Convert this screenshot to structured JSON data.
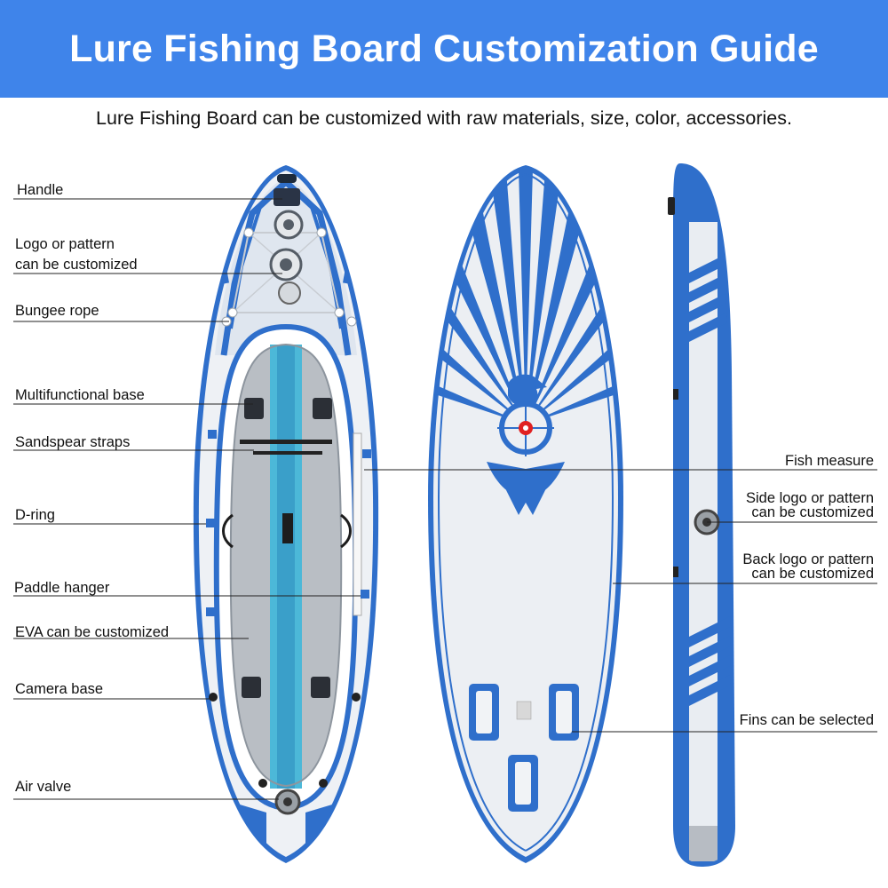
{
  "header": {
    "title": "Lure Fishing Board Customization Guide",
    "subtitle": "Lure Fishing Board can be customized with raw materials, size, color, accessories."
  },
  "colors": {
    "banner": "#3f84ea",
    "board_blue": "#2f6fcb",
    "board_white": "#eef1f5",
    "deck_teal": "#4cb8d8",
    "deck_gray": "#b9bec4"
  },
  "labels_left": [
    {
      "id": "handle",
      "text": "Handle"
    },
    {
      "id": "logo",
      "line1": "Logo or pattern",
      "line2": "can be customized"
    },
    {
      "id": "bungee",
      "text": "Bungee rope"
    },
    {
      "id": "base",
      "text": "Multifunctional base"
    },
    {
      "id": "straps",
      "text": "Sandspear straps"
    },
    {
      "id": "dring",
      "text": "D-ring"
    },
    {
      "id": "paddle",
      "text": "Paddle hanger"
    },
    {
      "id": "eva",
      "text": "EVA can be customized"
    },
    {
      "id": "camera",
      "text": "Camera base"
    },
    {
      "id": "valve",
      "text": "Air valve"
    }
  ],
  "labels_right": [
    {
      "id": "fish",
      "text": "Fish measure"
    },
    {
      "id": "sidelogo",
      "line1": "Side logo or pattern",
      "line2": "can be customized"
    },
    {
      "id": "backlogo",
      "line1": "Back logo or pattern",
      "line2": "can be customized"
    },
    {
      "id": "fins",
      "text": "Fins can be selected"
    }
  ]
}
